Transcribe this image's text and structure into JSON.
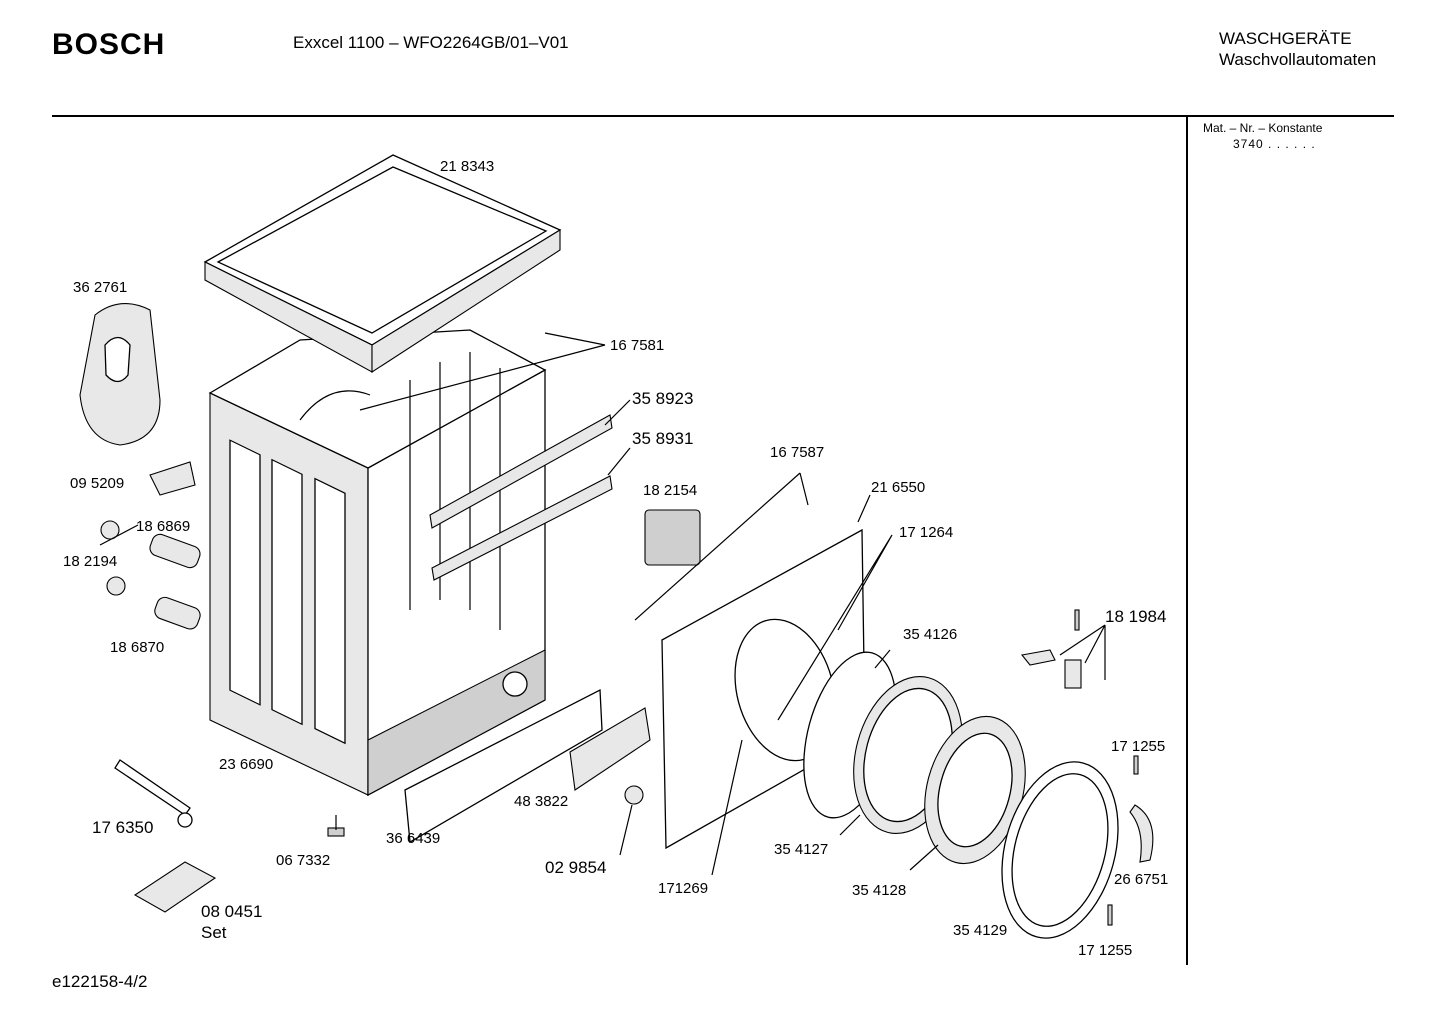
{
  "header": {
    "brand": "BOSCH",
    "model": "Exxcel 1100 – WFO2264GB/01–V01",
    "category_line1": "WASCHGERÄTE",
    "category_line2": "Waschvollautomaten"
  },
  "sidebar": {
    "mat_label": "Mat. – Nr. – Konstante",
    "mat_value": "3740 . .  . . . ."
  },
  "footer": {
    "doc_id": "e122158-4/2"
  },
  "parts": {
    "p218343": "21 8343",
    "p362761": "36 2761",
    "p167581": "16 7581",
    "p358923": "35 8923",
    "p358931": "35 8931",
    "p095209": "09 5209",
    "p167587": "16 7587",
    "p182154": "18 2154",
    "p216550": "21 6550",
    "p186869": "18 6869",
    "p182194": "18 2194",
    "p171264": "17 1264",
    "p186870": "18 6870",
    "p354126": "35 4126",
    "p181984": "18 1984",
    "p236690": "23 6690",
    "p171255a": "17 1255",
    "p483822": "48 3822",
    "p176350": "17 6350",
    "p354127": "35 4127",
    "p266751": "26 6751",
    "p067332": "06 7332",
    "p366439": "36 6439",
    "p029854": "02 9854",
    "p171269": "171269",
    "p354128": "35 4128",
    "p080451": "08 0451",
    "p080451_sub": "Set",
    "p354129": "35 4129",
    "p171255b": "17 1255"
  }
}
